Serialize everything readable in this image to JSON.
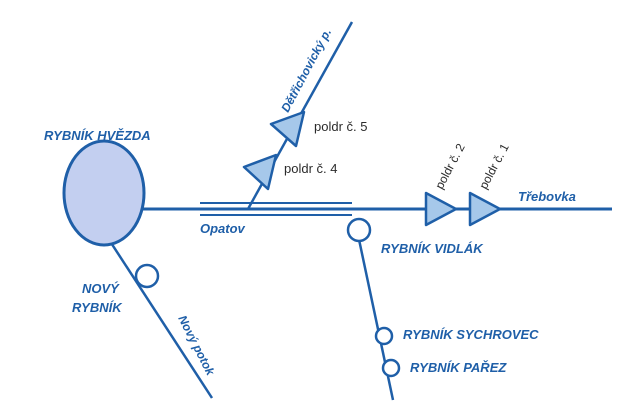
{
  "colors": {
    "line": "#1f5fa8",
    "pond_fill": "#c3cff0",
    "triangle_fill": "#a6c8ea",
    "small_circle_fill": "#ffffff",
    "text_blue": "#1f5fa8",
    "text_dark": "#2b2b2b"
  },
  "labels": {
    "rybnik_hvezda": "RYBNÍK HVĚZDA",
    "novy_rybnik_line1": "NOVÝ",
    "novy_rybnik_line2": "RYBNÍK",
    "novy_potok": "Nový potok",
    "detrichovicky_potok": "Dětřichovický p.",
    "opatov": "Opatov",
    "poldr_5": "poldr č. 5",
    "poldr_4": "poldr č. 4",
    "poldr_2": "poldr č. 2",
    "poldr_1": "poldr č. 1",
    "trebovka": "Třebovka",
    "rybnik_vidlak": "RYBNÍK VIDLÁK",
    "rybnik_sychrovec": "RYBNÍK SYCHROVEC",
    "rybnik_parez": "RYBNÍK PAŘEZ"
  }
}
